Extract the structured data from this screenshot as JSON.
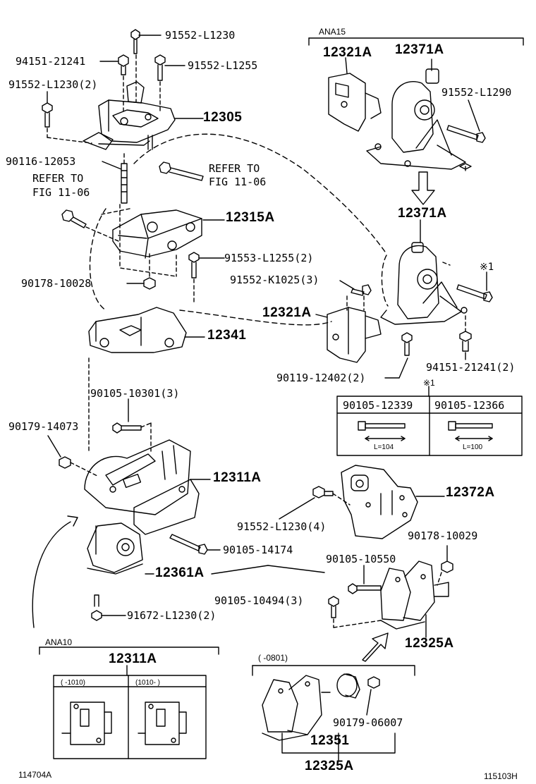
{
  "parts": {
    "p91552_L1230": "91552-L1230",
    "p94151_21241": "94151-21241",
    "p91552_L1255": "91552-L1255",
    "p91552_L1230_2": "91552-L1230(2)",
    "p12305": "12305",
    "p90116_12053": "90116-12053",
    "refer_left_1": "REFER TO",
    "refer_left_2": "FIG 11-06",
    "refer_mid_1": "REFER TO",
    "refer_mid_2": "FIG 11-06",
    "p12315A": "12315A",
    "p91553_L1255_2": "91553-L1255(2)",
    "p90178_10028": "90178-10028",
    "p12341": "12341",
    "p90105_10301_3": "90105-10301(3)",
    "p90179_14073": "90179-14073",
    "p12311A": "12311A",
    "p90105_14174": "90105-14174",
    "p12361A": "12361A",
    "p91672_L1230_2": "91672-L1230(2)",
    "p90105_10494_3": "90105-10494(3)",
    "p90105_10550": "90105-10550",
    "p90178_10029": "90178-10029",
    "p12325A_right": "12325A",
    "p91552_L1230_4": "91552-L1230(4)",
    "p12372A": "12372A",
    "p12321A_top": "12321A",
    "p12371A_top": "12371A",
    "p91552_L1290": "91552-L1290",
    "p12371A_mid": "12371A",
    "p12321A_mid": "12321A",
    "p91552_K1025_3": "91552-K1025(3)",
    "note_mark_1": "※1",
    "p94151_21241_2": "94151-21241(2)",
    "p90119_12402_2": "90119-12402(2)",
    "p12351": "12351",
    "p12325A_bottom": "12325A",
    "p90179_06007": "90179-06007",
    "p12311A_box": "12311A"
  },
  "boxes": {
    "ana15": "ANA15",
    "ana10": "ANA10",
    "bolt_note_mark": "※1",
    "bolt_a_label": "90105-12339",
    "bolt_b_label": "90105-12366",
    "bolt_a_len": "L=104",
    "bolt_b_len": "L=100",
    "range_box": "(     -0801)",
    "ana10_left_range": "(      -1010)",
    "ana10_right_range": "(1010-      )"
  },
  "footer": {
    "left_code": "114704A",
    "right_code": "115103H"
  }
}
